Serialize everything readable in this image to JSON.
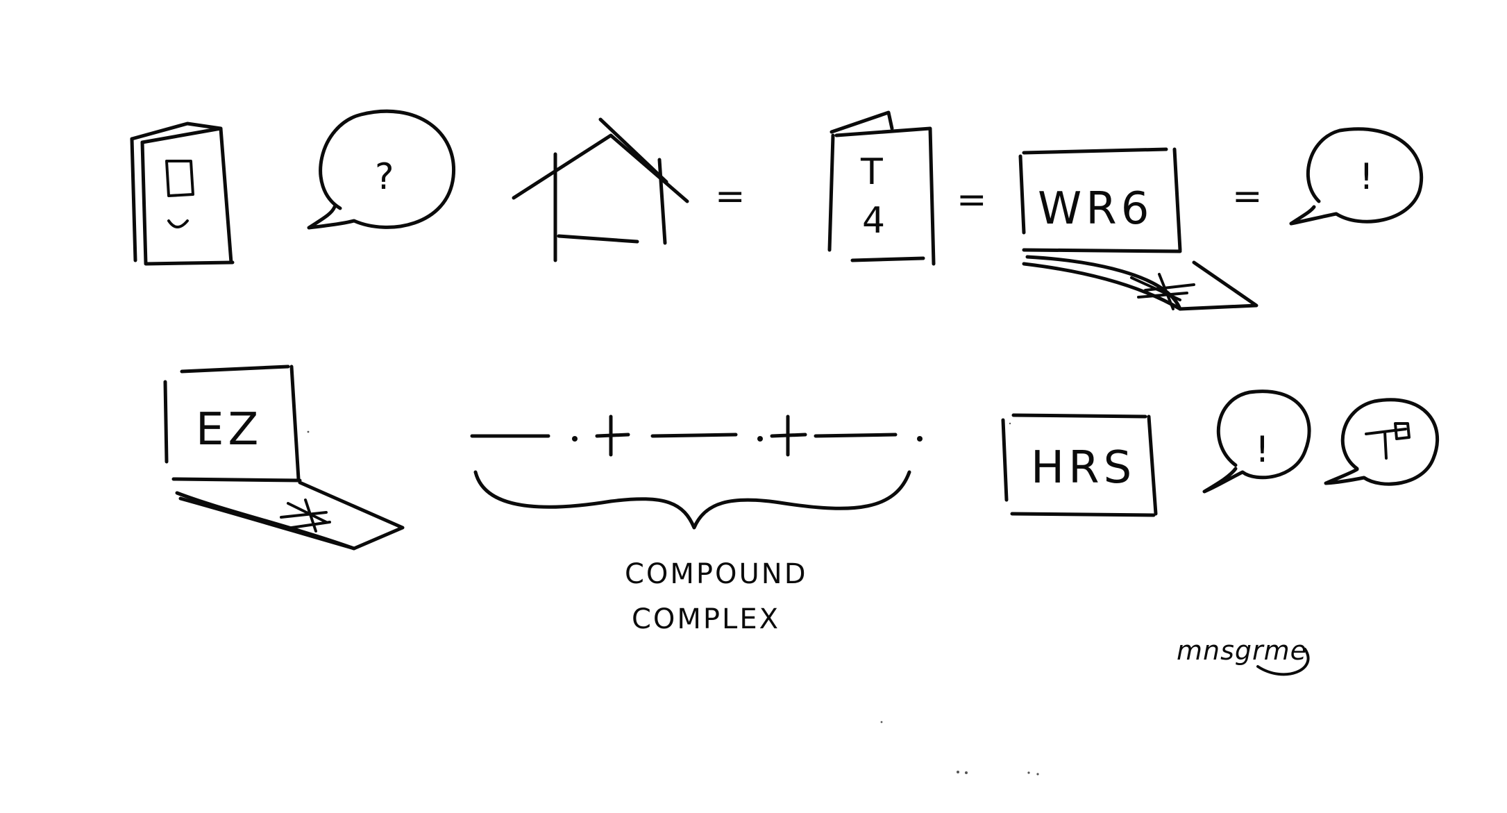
{
  "row1": {
    "card_glyph": "?",
    "equals": "=",
    "ticket_letter": "T",
    "ticket_number": "4",
    "laptop1_screen": "WR6",
    "bubble_end_glyph": "!"
  },
  "row2": {
    "laptop2_screen": "EZ",
    "compound_caption_line1": "COMPOUND",
    "compound_caption_line2": "COMPLEX",
    "monitor_label": "HRS",
    "bubble1_glyph": "!"
  },
  "signature": "mnsgrme"
}
